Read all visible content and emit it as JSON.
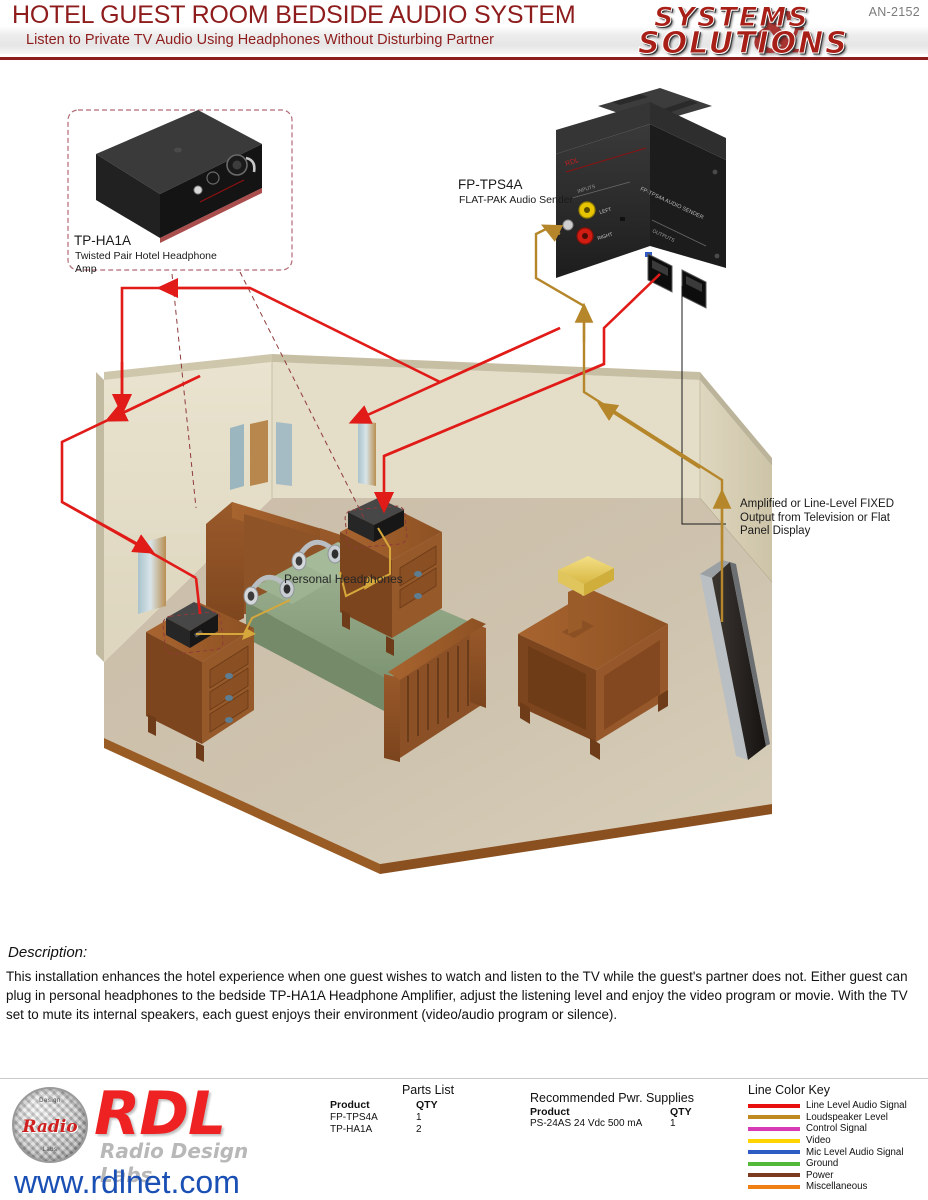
{
  "header": {
    "title": "HOTEL GUEST ROOM BEDSIDE AUDIO SYSTEM",
    "subtitle": "Listen to Private TV Audio Using Headphones Without Disturbing Partner",
    "doc_number": "AN-2152",
    "logo": {
      "line1": "SYSTEMS",
      "line2": "SOLUTIONS",
      "ampersand": "&"
    },
    "brand_color": "#8e1c1c"
  },
  "diagram": {
    "callouts": {
      "headphone_amp": {
        "name": "TP-HA1A",
        "description": "Twisted Pair Hotel Headphone Amp"
      },
      "audio_sender": {
        "name": "FP-TPS4A",
        "description": "FLAT-PAK Audio Sender"
      },
      "tv_output_note": "Amplified or Line-Level FIXED Output from Television or Flat Panel Display",
      "headphones_note": "Personal Headphones"
    },
    "device_faceplate": {
      "brand": "RDL",
      "model_text": "FP-TPS4A  AUDIO SENDER",
      "inputs_label": "INPUTS",
      "outputs_label": "OUTPUTS",
      "left_knob_label": "LEFT",
      "right_knob_label": "RIGHT"
    },
    "cable_colors": {
      "line_level": "#e01b18",
      "loudspeaker": "#b5862a",
      "callout_dash": "#8e3b3b"
    },
    "room_colors": {
      "wall_light": "#e6e0cb",
      "wall_shade": "#cfc8ae",
      "floor": "#cdbfae",
      "floor_shade": "#c6bca8",
      "wood": "#8b4f24",
      "wood_dark": "#6e3c18",
      "bedding": "#8fa584",
      "device_black": "#2b2b2b"
    }
  },
  "description": {
    "heading": "Description:",
    "body": "This installation enhances the hotel experience when one guest wishes to watch and listen to the TV while the guest's partner does not.   Either guest can plug in personal headphones to the bedside TP-HA1A Headphone Amplifier, adjust the listening level and enjoy the video program or movie.  With the TV set to mute its internal speakers, each guest enjoys their environment (video/audio program or silence)."
  },
  "footer": {
    "brand": {
      "acronym": "RDL",
      "tagline": "Radio Design Labs",
      "url": "www.rdlnet.com",
      "seal_center": "Radio",
      "seal_top": "Design",
      "seal_bottom": "Labs"
    },
    "parts_list": {
      "title": "Parts List",
      "columns": [
        "Product",
        "QTY"
      ],
      "rows": [
        {
          "product": "FP-TPS4A",
          "qty": "1"
        },
        {
          "product": "TP-HA1A",
          "qty": "2"
        }
      ]
    },
    "power_supplies": {
      "title": "Recommended Pwr. Supplies",
      "columns": [
        "Product",
        "QTY"
      ],
      "rows": [
        {
          "product": "PS-24AS 24 Vdc 500 mA",
          "qty": "1"
        }
      ]
    },
    "color_key": {
      "title": "Line Color Key",
      "items": [
        {
          "label": "Line Level Audio Signal",
          "color": "#e8100f"
        },
        {
          "label": "Loudspeaker Level",
          "color": "#bf8a1f"
        },
        {
          "label": "Control Signal",
          "color": "#d63bb5"
        },
        {
          "label": "Video",
          "color": "#ffd400"
        },
        {
          "label": "Mic Level Audio Signal",
          "color": "#2f5cc4"
        },
        {
          "label": "Ground",
          "color": "#54b83a"
        },
        {
          "label": "Power",
          "color": "#7c3a1e"
        },
        {
          "label": "Miscellaneous",
          "color": "#f07f12"
        }
      ]
    }
  }
}
